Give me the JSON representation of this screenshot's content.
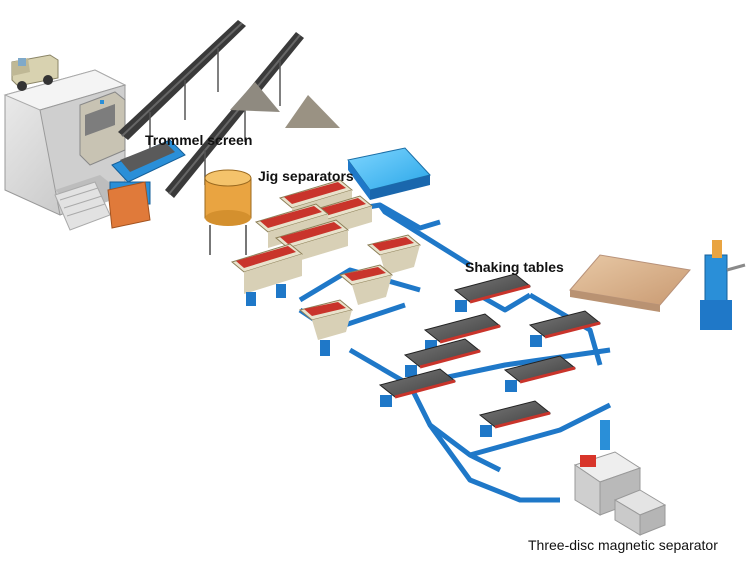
{
  "labels": {
    "trommel": "Trommel screen",
    "jig": "Jig separators",
    "shaking": "Shaking tables",
    "magnetic": "Three-disc magnetic separator"
  },
  "colors": {
    "steel_blue": "#1f78c8",
    "water": "#3fb6f0",
    "rail_red": "#d8352a",
    "jig_orange": "#e9a441",
    "concrete": "#d9d9d9",
    "sand": "#d9b48f"
  }
}
